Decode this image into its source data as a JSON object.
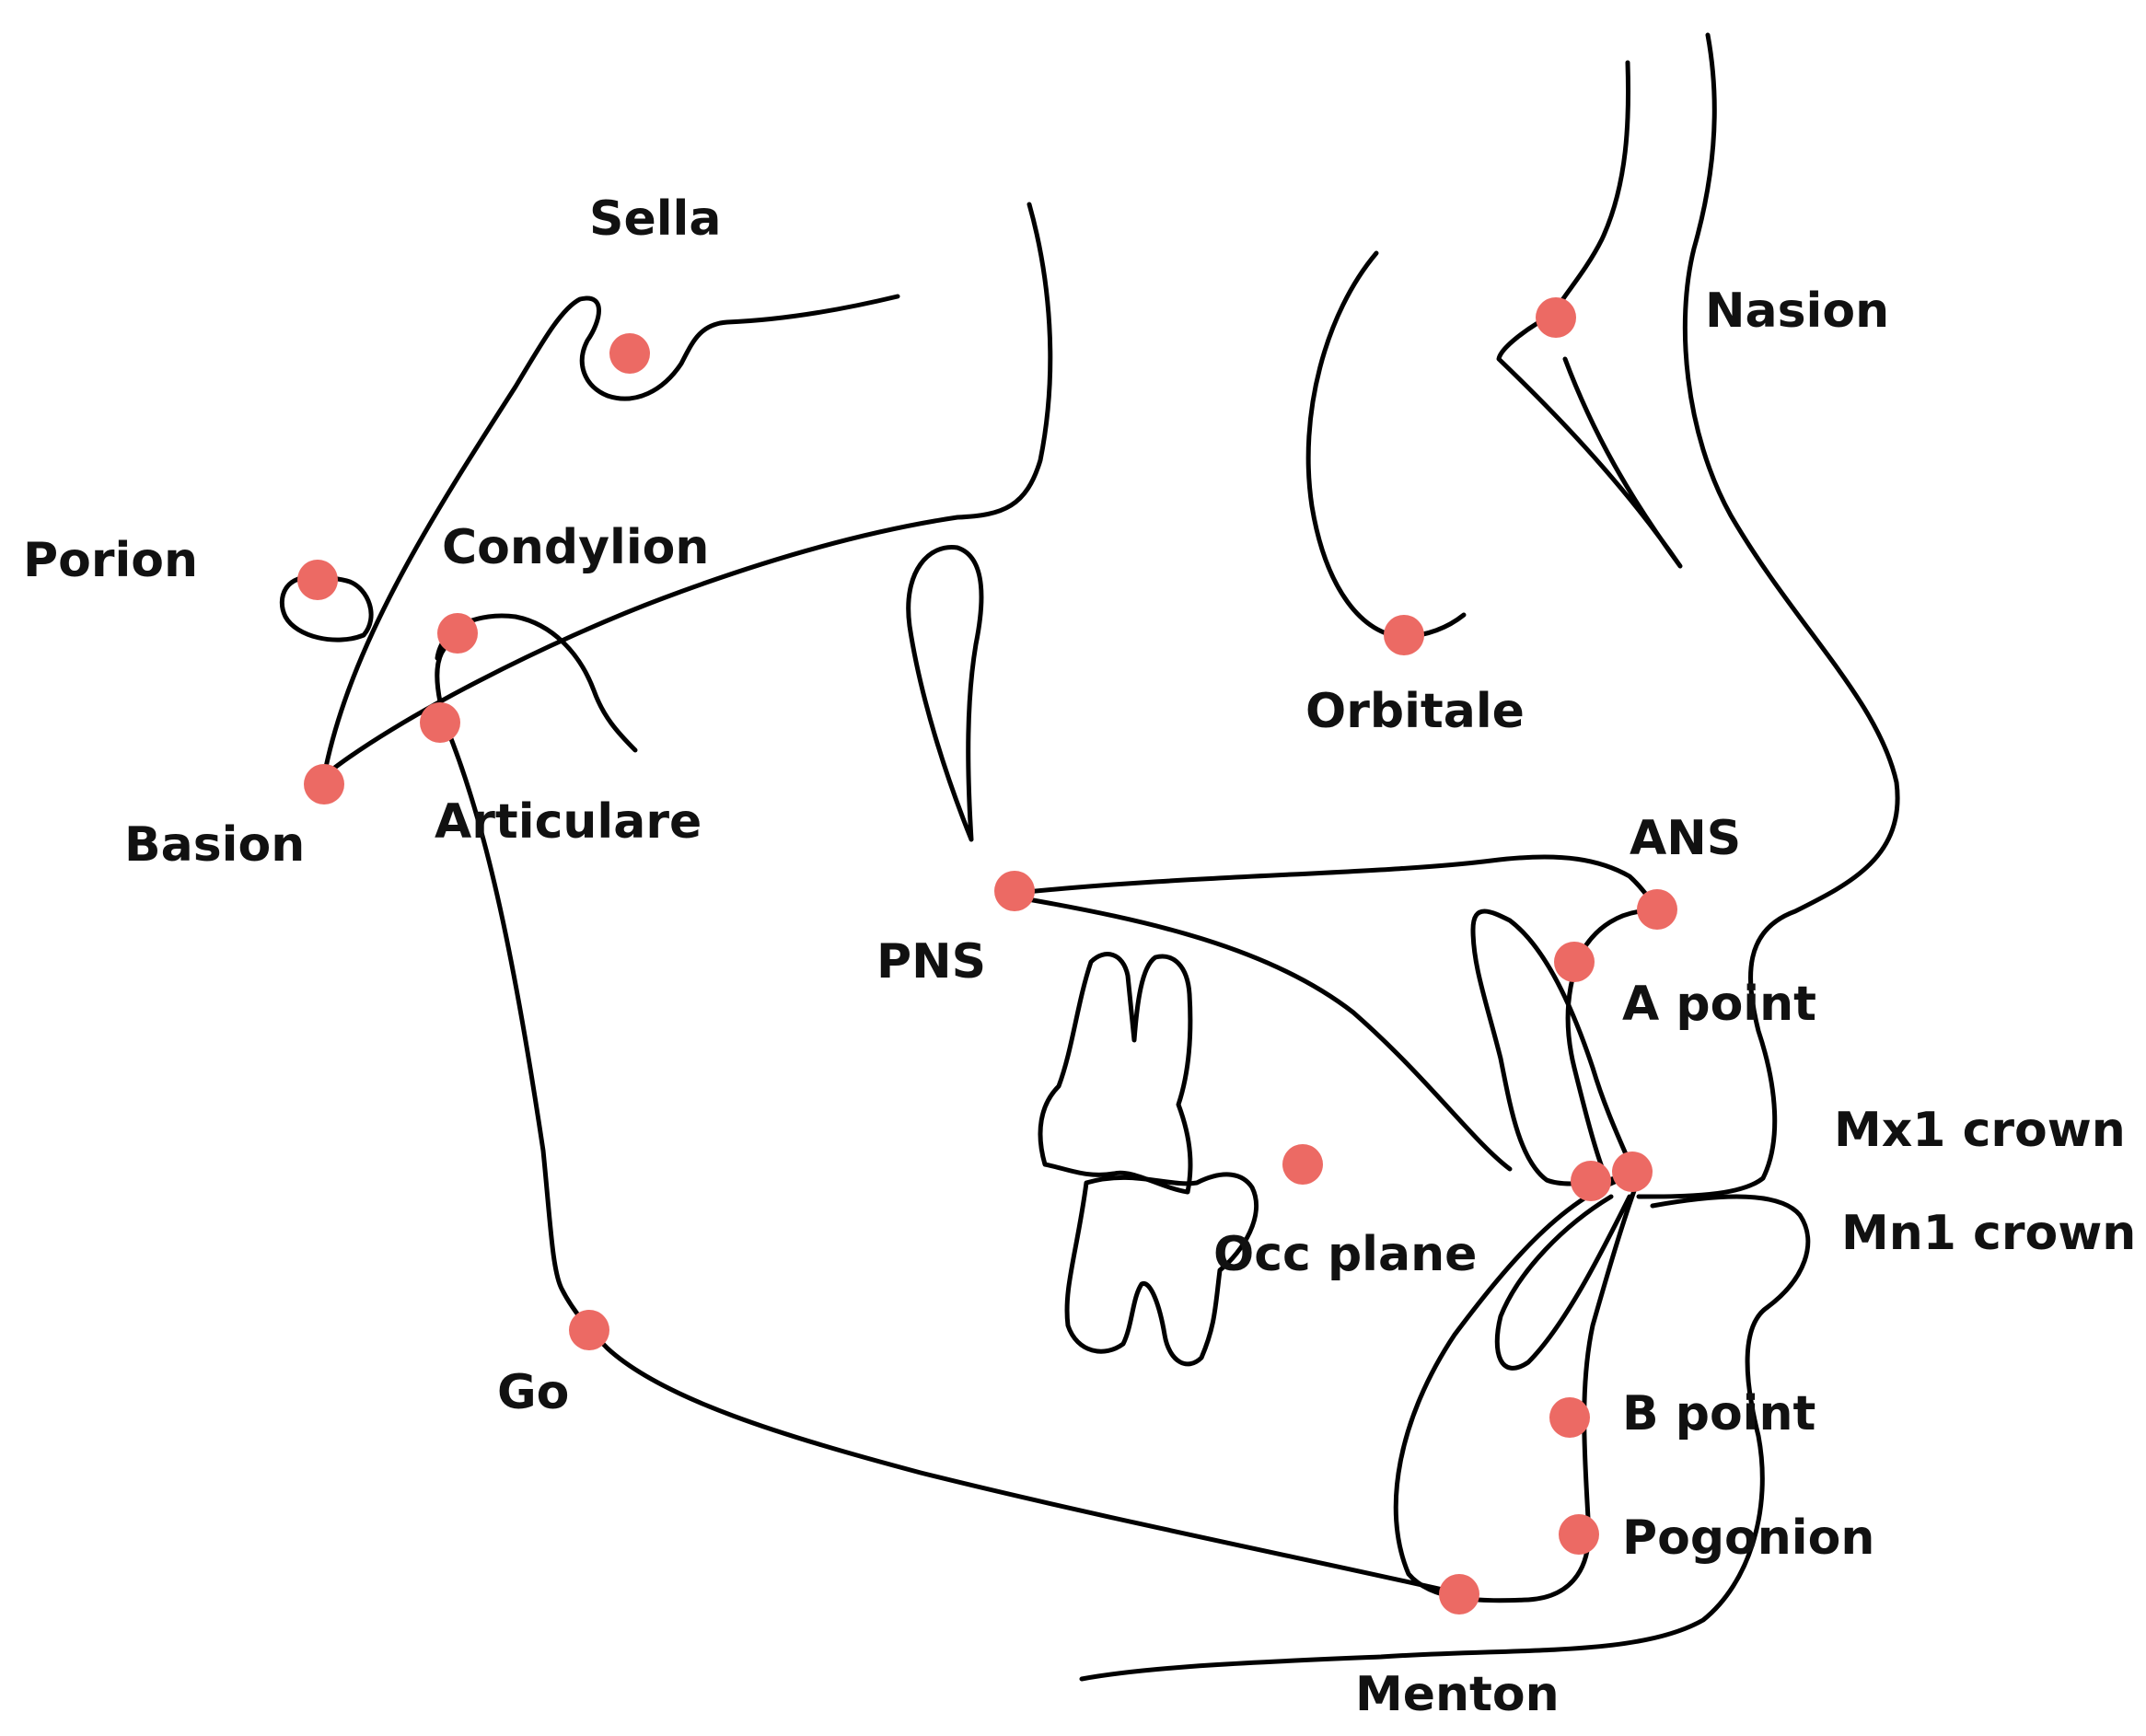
{
  "diagram": {
    "landmark_color": "#EC6A64",
    "line_color": "#000000",
    "labels": {
      "sella": "Sella",
      "nasion": "Nasion",
      "porion": "Porion",
      "condylion": "Condylion",
      "orbitale": "Orbitale",
      "basion": "Basion",
      "articulare": "Articulare",
      "ans": "ANS",
      "pns": "PNS",
      "a_point": "A point",
      "mx1_crown": "Mx1 crown",
      "mn1_crown": "Mn1 crown",
      "occ_plane": "Occ plane",
      "go": "Go",
      "b_point": "B point",
      "pogonion": "Pogonion",
      "menton": "Menton"
    }
  }
}
